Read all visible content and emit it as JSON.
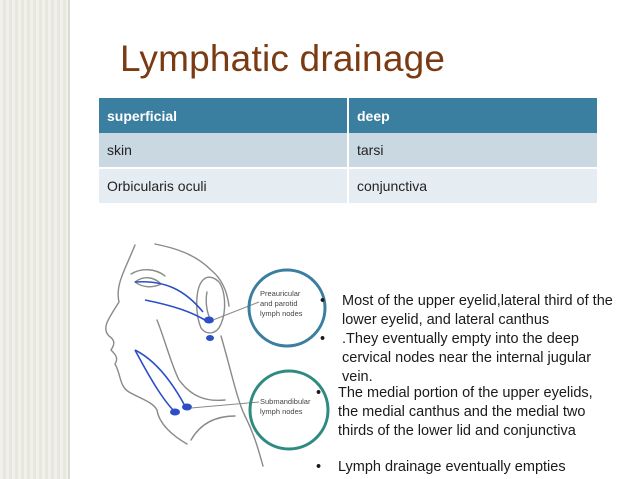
{
  "title": "Lymphatic drainage",
  "table": {
    "headers": [
      "superficial",
      "deep"
    ],
    "rows": [
      [
        "skin",
        "tarsi"
      ],
      [
        "Orbicularis oculi",
        "conjunctiva"
      ]
    ]
  },
  "illustration": {
    "label_upper": [
      "Preauricular",
      "and parotid",
      "lymph nodes"
    ],
    "label_lower": [
      "Submandibular",
      "lymph nodes"
    ]
  },
  "bullets": [
    "Most of the upper eyelid,lateral third of the lower eyelid, and lateral canthus",
    ".They eventually empty into the deep cervical nodes near the internal jugular vein.",
    "The medial portion of the upper eyelids, the medial canthus and the medial two thirds of the lower lid and conjunctiva",
    "Lymph drainage eventually empties"
  ],
  "bullet_glyph": "•",
  "colors": {
    "title": "#7b3b12",
    "table_header": "#3b7fa0",
    "row_dark": "#c9d8e1",
    "row_light": "#e6edf2",
    "circle_upper": "#3b7fa0",
    "circle_lower": "#2f8a80",
    "node": "#2b4fc6"
  }
}
